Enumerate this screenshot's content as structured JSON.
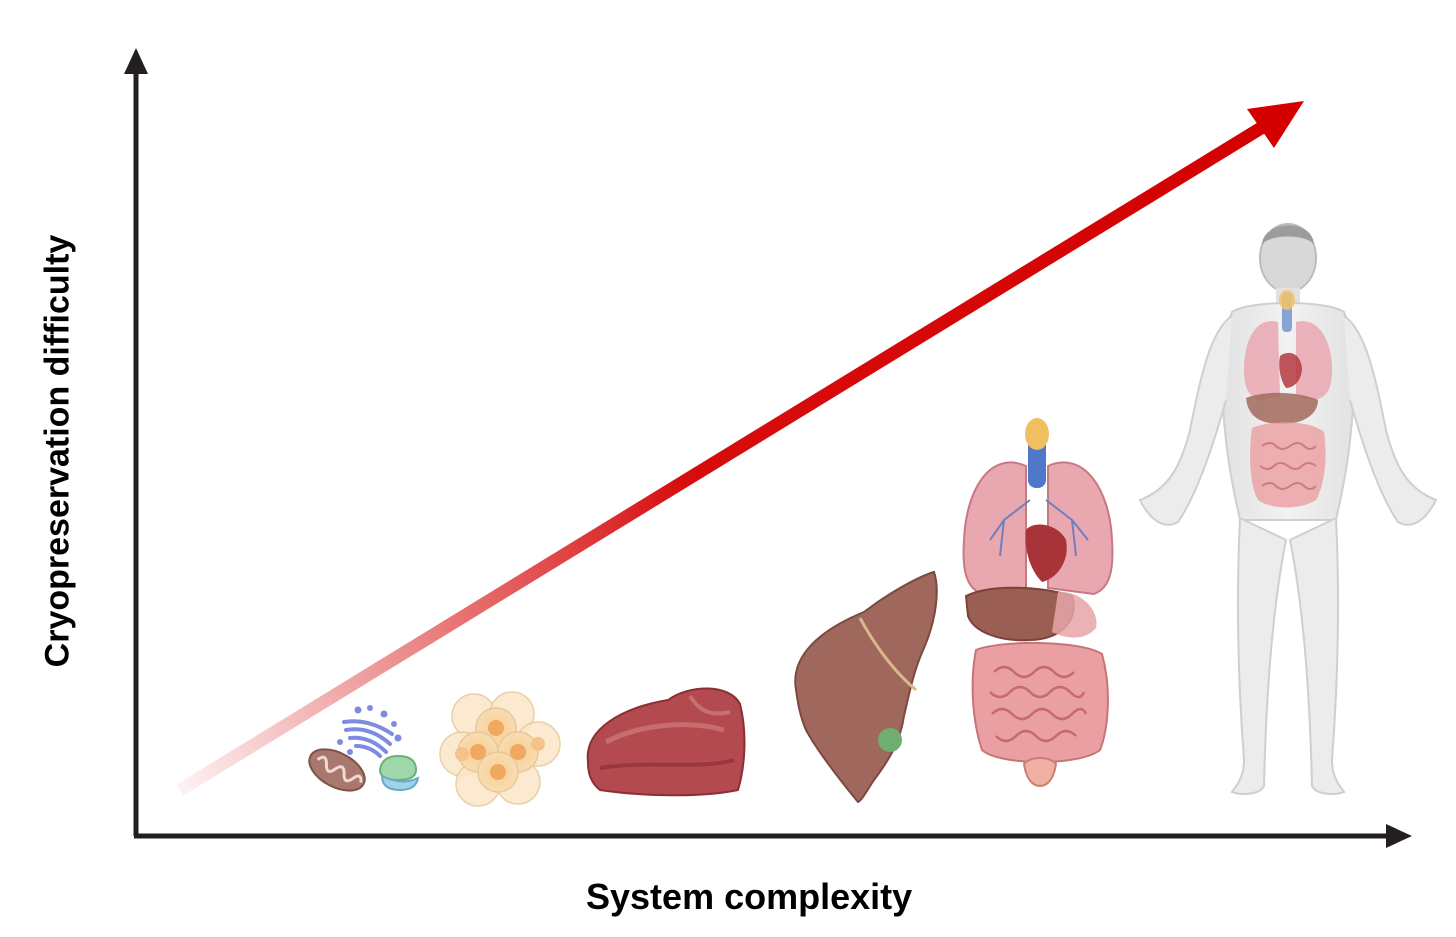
{
  "x_axis_label": "System complexity",
  "y_axis_label": "Cryopreservation difficulty",
  "trend_arrow_color": "#d40000",
  "axis_color": "#231f20",
  "levels": [
    {
      "name": "organelles",
      "icons": [
        "mitochondrion-icon",
        "golgi-apparatus-icon",
        "ribosome-icon"
      ]
    },
    {
      "name": "cells",
      "icons": [
        "cell-cluster-icon"
      ]
    },
    {
      "name": "tissue",
      "icons": [
        "tissue-icon"
      ]
    },
    {
      "name": "organ",
      "icons": [
        "liver-icon"
      ]
    },
    {
      "name": "organ-systems",
      "icons": [
        "organ-systems-icon"
      ]
    },
    {
      "name": "whole-body",
      "icons": [
        "human-body-icon"
      ]
    }
  ]
}
